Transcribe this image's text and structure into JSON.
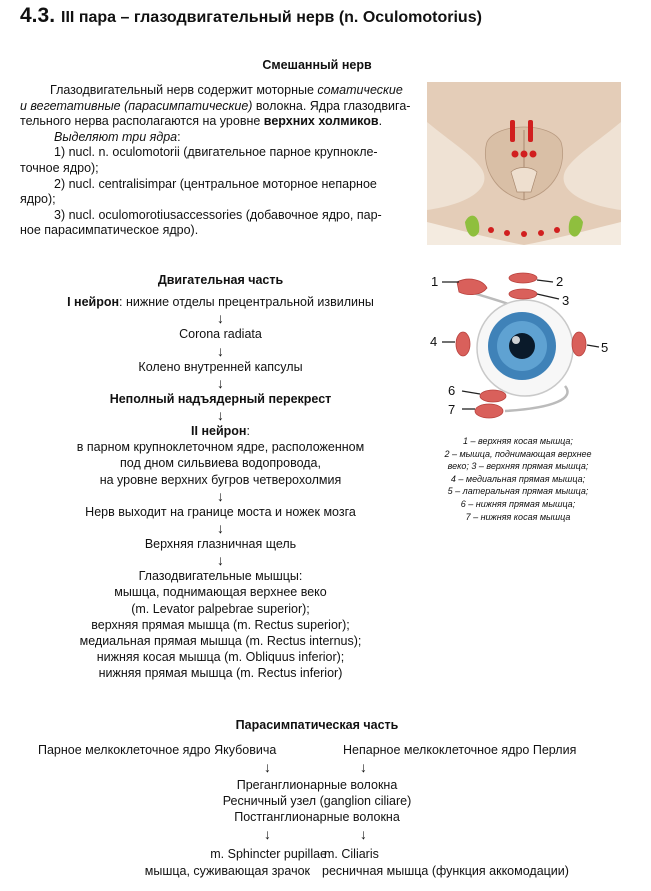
{
  "header": {
    "number": "4.3.",
    "title": "III пара – глазодвигательный нерв (n. Oculomotorius)"
  },
  "intro": {
    "heading": "Смешанный нерв",
    "p1_a": "Глазодвигательный нерв содержит моторные ",
    "p1_b": "соматические",
    "p1_c": "и вегетативные (парасимпатические)",
    "p1_d": " волокна. Ядра глазодвига-",
    "p1_e": "тельного нерва располагаются на уровне ",
    "p1_f": "верхних холмиков",
    "p1_g": ".",
    "p2": "Выделяют три ядра",
    "p2_tail": ":",
    "item1_a": "1) nucl. n. oculomotorii (двигательное парное крупнокле-",
    "item1_b": "точное ядро);",
    "item2_a": "2) nucl. centralisimpar (центральное моторное непарное",
    "item2_b": "ядро);",
    "item3_a": "3) nucl. oculomorotiusaccessories (добавочное ядро, пар-",
    "item3_b": "ное парасимпатическое ядро)."
  },
  "motor": {
    "heading": "Двигательная часть",
    "n1_bold": "I нейрон",
    "n1_rest": ": нижние отделы прецентральной извилины",
    "s1": "Corona radiata",
    "s2": "Колено внутренней капсулы",
    "s3": "Неполный надъядерный перекрест",
    "n2": "II нейрон",
    "n2_tail": ":",
    "s4a": "в парном крупноклеточном ядре, расположенном",
    "s4b": "под дном сильвиева водопровода,",
    "s4c": "на уровне верхних бугров четверохолмия",
    "s5": "Нерв выходит на границе моста и ножек мозга",
    "s6": "Верхняя глазничная щель",
    "m0": "Глазодвигательные мышцы:",
    "m1": "мышца, поднимающая верхнее веко",
    "m2": "(m. Levator palpebrae superior);",
    "m3": "верхняя прямая мышца (m. Rectus superior);",
    "m4": "медиальная прямая мышца (m. Rectus internus);",
    "m5": "нижняя косая мышца (m. Obliquus inferior);",
    "m6": "нижняя прямая мышца (m. Rectus inferior)",
    "arrow": "↓"
  },
  "figure": {
    "labels": [
      "1",
      "2",
      "3",
      "4",
      "5",
      "6",
      "7"
    ],
    "caption": [
      "1 – верхняя косая мышца;",
      "2 – мышца, поднимающая верхнее",
      "веко; 3 – верхняя прямая мышца;",
      "4 – медиальная прямая мышца;",
      "5 – латеральная прямая мышца;",
      "6 – нижняя прямая мышца;",
      "7 – нижняя косая мышца"
    ]
  },
  "para": {
    "heading": "Парасимпатическая часть",
    "left_nucleus": "Парное мелкоклеточное ядро Якубовича",
    "right_nucleus": "Непарное мелкоклеточное ядро Перлия",
    "pre": "Преганглионарные волокна",
    "ganglion": "Ресничный узел (ganglion ciliare)",
    "post": "Постганглионарные волокна",
    "sphincter": "m. Sphincter pupillae",
    "ciliaris": "m. Ciliaris",
    "sphincter_desc": "мышца, суживающая зрачок",
    "ciliaris_desc": "ресничная мышца (функция аккомодации)",
    "arrow": "↓"
  },
  "colors": {
    "muscle": "#d9605b",
    "iris": "#3f82b8",
    "brainstem": "#e8d6c4",
    "nucleus": "#d11f1f",
    "nerve_root": "#8fbf3e"
  }
}
